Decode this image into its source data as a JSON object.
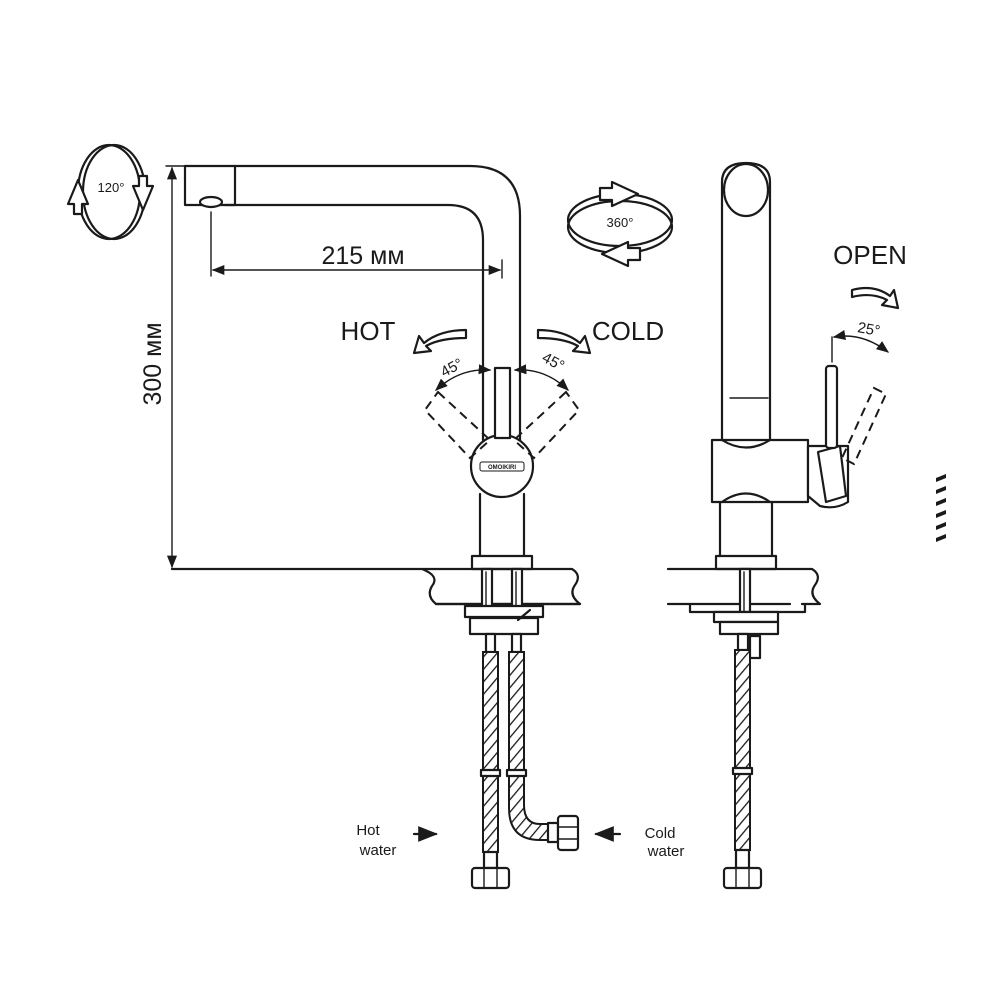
{
  "labels": {
    "hot": "HOT",
    "cold": "COLD",
    "open": "OPEN",
    "spout_reach": "215 мм",
    "height": "300 мм",
    "hot_angle": "45°",
    "cold_angle": "45°",
    "open_angle": "25°",
    "aerator_rotation": "120°",
    "spout_rotation": "360°",
    "hot_water_line1": "Hot",
    "hot_water_line2": "water",
    "cold_water_line1": "Cold",
    "cold_water_line2": "water",
    "brand": "OMOIKIRI"
  },
  "icons": {
    "aerator_rotation": "rotate-120-icon",
    "spout_rotation": "rotate-360-icon",
    "hot_arrow": "arrow-right-icon",
    "cold_arrow": "arrow-left-icon",
    "wall_hatch": "wall-hatch-icon"
  },
  "colors": {
    "line": "#1a1a1a",
    "background": "#ffffff"
  }
}
